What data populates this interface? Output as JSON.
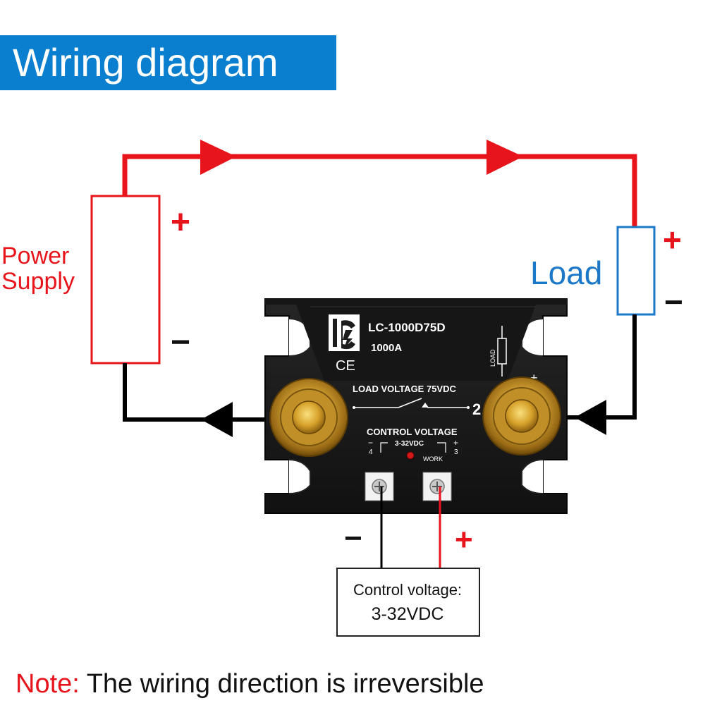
{
  "title": "Wiring diagram",
  "power_supply": {
    "label_line1": "Power",
    "label_line2": "Supply",
    "plus": "+",
    "minus": "−"
  },
  "load": {
    "label": "Load",
    "plus": "+",
    "minus": "−"
  },
  "relay": {
    "model": "LC-1000D75D",
    "current": "1000A",
    "ce_mark": "CE",
    "load_voltage": "LOAD VOLTAGE 75VDC",
    "load_symbol_text": "LOAD",
    "terminal_2": "2",
    "terminal_plus": "+",
    "control_voltage": "CONTROL VOLTAGE",
    "control_range": "3-32VDC",
    "pin_minus": "−",
    "pin_4": "4",
    "pin_plus": "+",
    "pin_3": "3",
    "work_led": "WORK"
  },
  "control": {
    "minus": "−",
    "plus": "+",
    "box_line1": "Control voltage:",
    "box_line2": "3-32VDC"
  },
  "note": {
    "key": "Note:",
    "text": " The wiring direction is irreversible"
  },
  "colors": {
    "positive": "#e8141c",
    "negative": "#000000",
    "load_accent": "#1b78c8",
    "banner": "#0a7fd0",
    "relay_body": "#1c1c1c",
    "terminal_gold": "#c99a2e"
  }
}
